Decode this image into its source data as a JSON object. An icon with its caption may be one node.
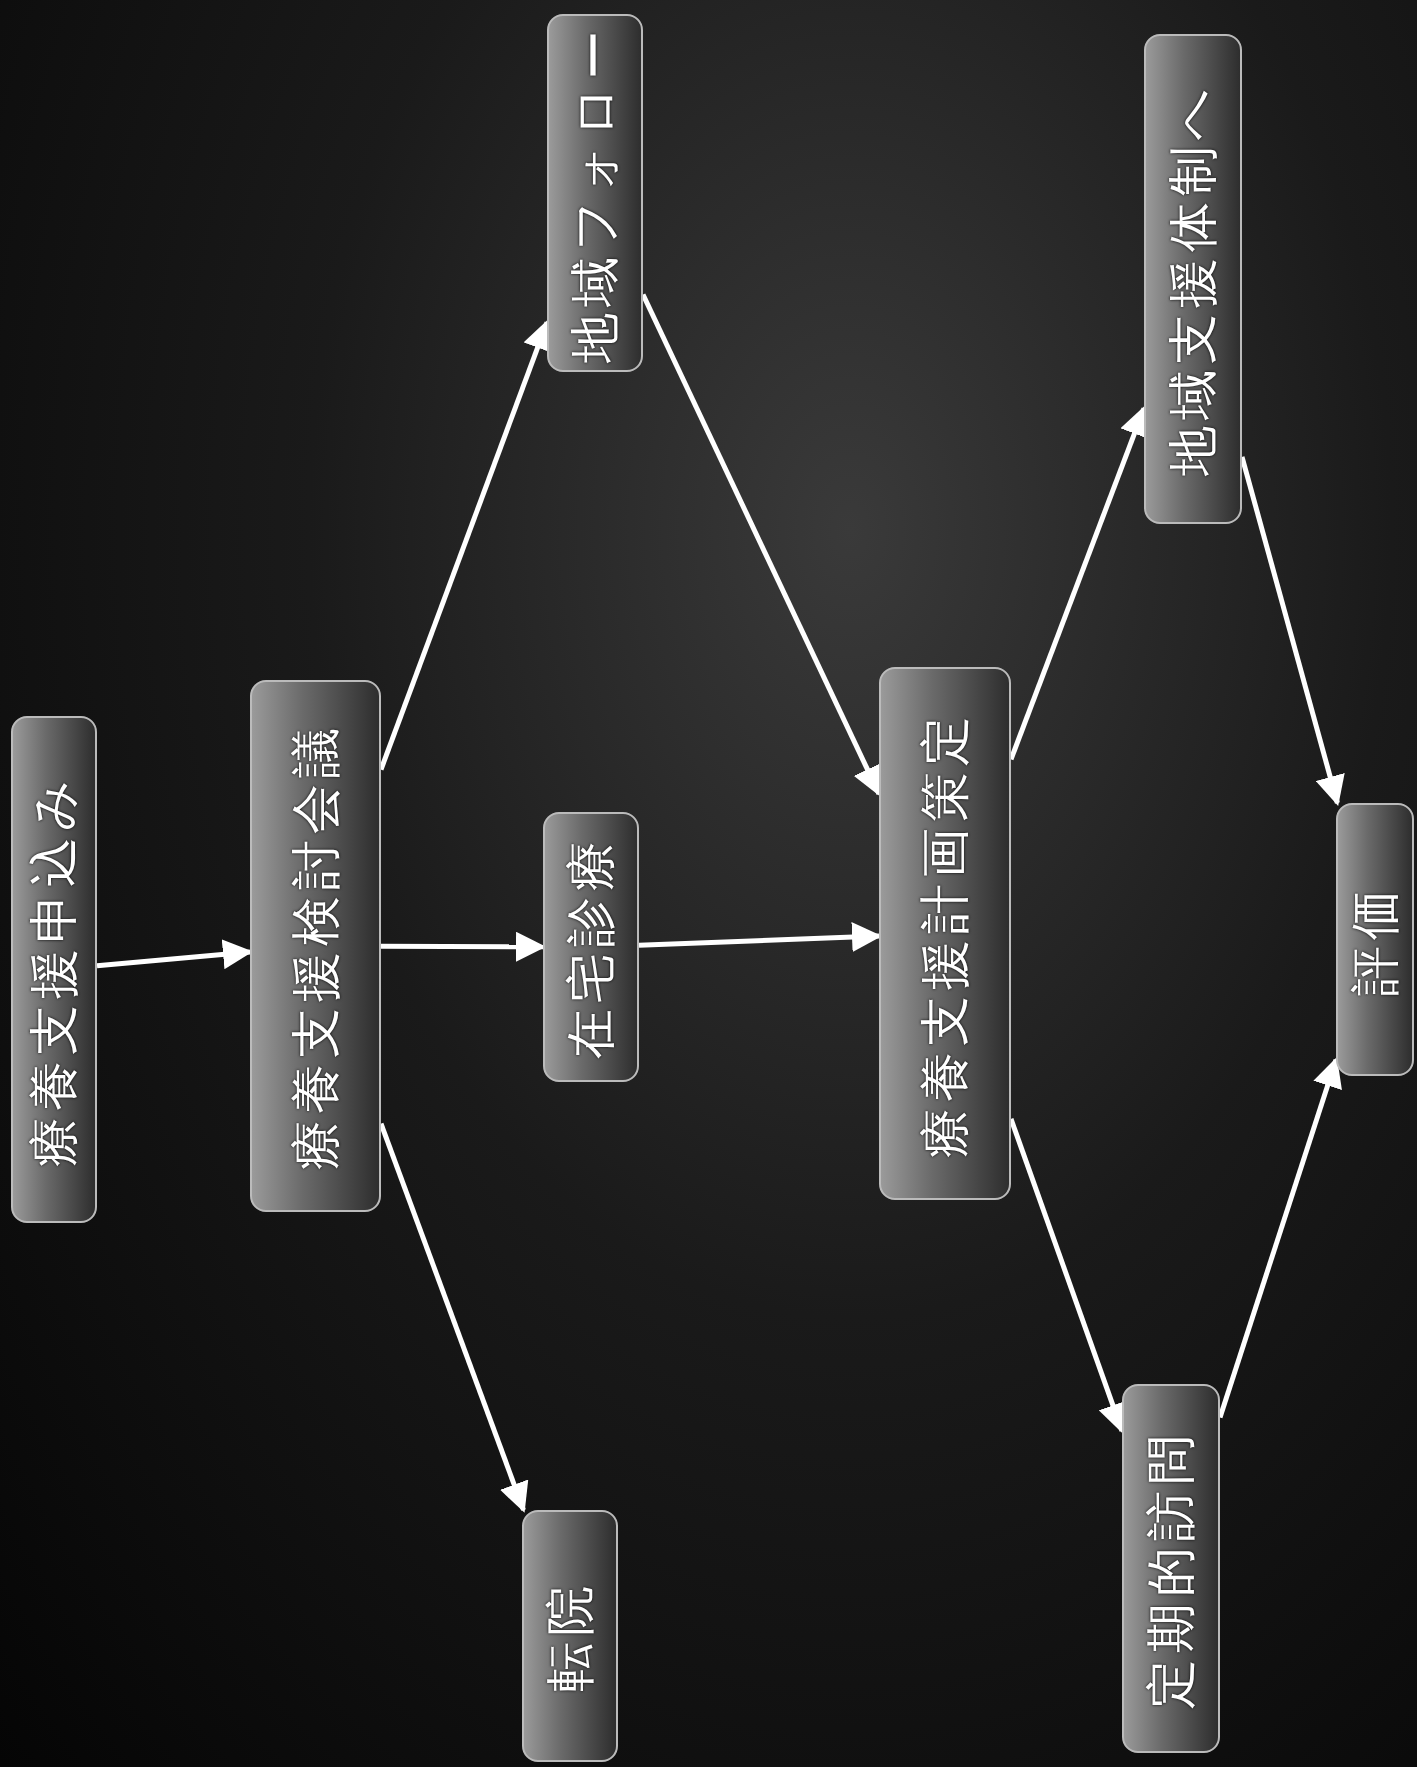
{
  "diagram": {
    "nodes": [
      {
        "text": [
          "療養支援申込み"
        ]
      },
      {
        "text": [
          "療養支援検討会議"
        ]
      },
      {
        "text": [
          "在宅診療"
        ]
      },
      {
        "text": [
          "地域フォロー"
        ]
      },
      {
        "text": [
          "転院"
        ]
      },
      {
        "text": [
          "療養支援計画策定"
        ]
      },
      {
        "text": [
          "地域支援体制へ"
        ]
      },
      {
        "text": [
          "定期的訪問"
        ]
      },
      {
        "text": [
          "評価"
        ]
      }
    ],
    "edges": [
      {
        "from": 0,
        "to": 1,
        "arrow": "to"
      },
      {
        "from": 1,
        "to": 2,
        "arrow": "to"
      },
      {
        "from": 1,
        "to": 3,
        "arrow": "to"
      },
      {
        "from": 1,
        "to": 4,
        "arrow": "to"
      },
      {
        "from": 2,
        "to": 5,
        "arrow": "to"
      },
      {
        "from": 3,
        "to": 5,
        "arrow": "to"
      },
      {
        "from": 5,
        "to": 6,
        "arrow": "to"
      },
      {
        "from": 5,
        "to": 7,
        "arrow": "to"
      },
      {
        "from": 6,
        "to": 8,
        "arrow": "to"
      },
      {
        "from": 7,
        "to": 8,
        "arrow": "to"
      }
    ]
  }
}
